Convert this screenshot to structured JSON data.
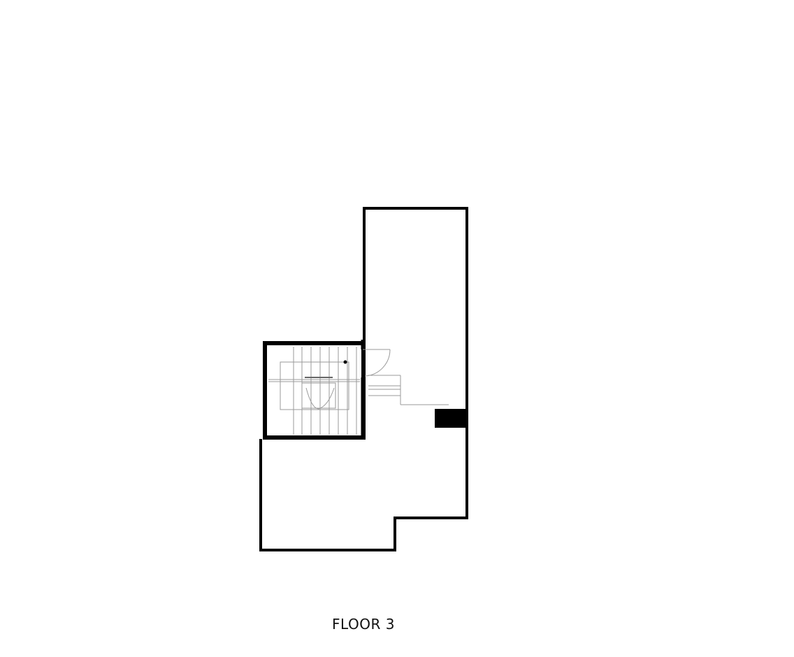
{
  "floor_plan": {
    "label": "FLOOR 3",
    "colors": {
      "wall": "#000000",
      "detail": "#bdbdbd",
      "background": "#ffffff"
    },
    "elements": [
      "exterior-wall",
      "stairwell",
      "stair-treads",
      "door-swing",
      "threshold-steps",
      "chimney-block"
    ]
  }
}
